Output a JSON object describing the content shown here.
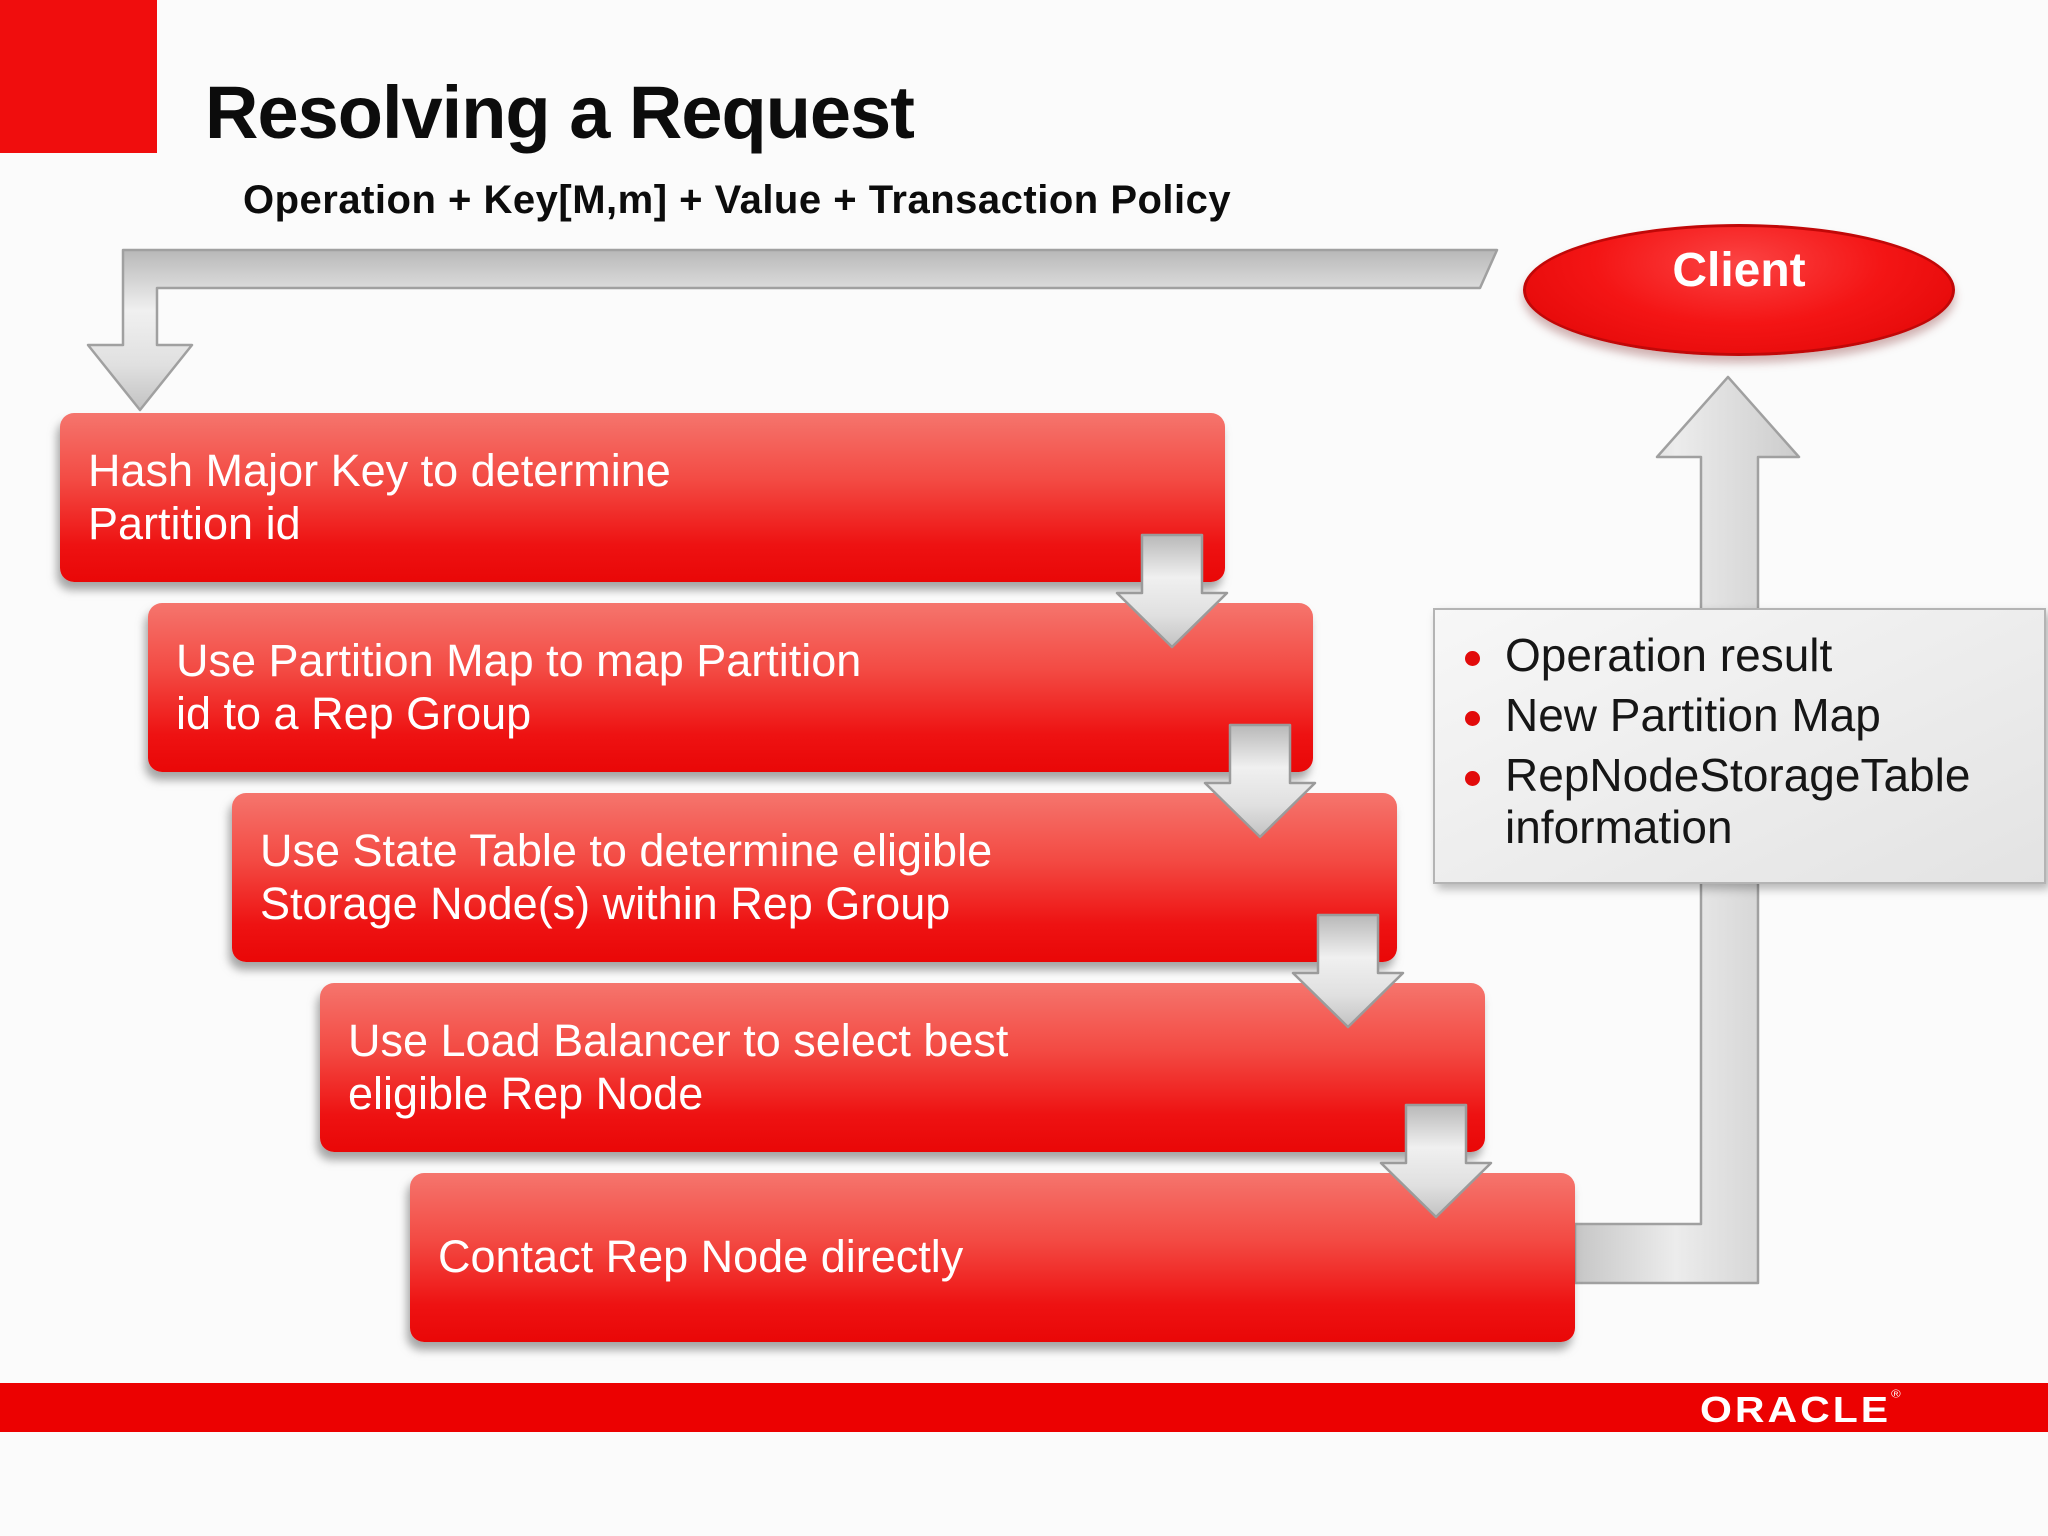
{
  "slide": {
    "title": "Resolving a Request",
    "subtitle": "Operation + Key[M,m] + Value + Transaction Policy",
    "client": {
      "label": "Client"
    },
    "steps": [
      {
        "label": "Hash Major Key to determine\nPartition id"
      },
      {
        "label": "Use Partition Map to map Partition\nid to a Rep Group"
      },
      {
        "label": "Use State Table to determine eligible\nStorage Node(s) within Rep Group"
      },
      {
        "label": "Use Load Balancer to select best\neligible Rep Node"
      },
      {
        "label": "Contact Rep Node directly"
      }
    ],
    "response_panel": {
      "items": [
        {
          "label": "Operation result"
        },
        {
          "label": "New Partition Map"
        },
        {
          "label": "RepNodeStorageTable\ninformation"
        }
      ]
    },
    "footer": {
      "logo_text": "ORACLE",
      "registered_mark": "®"
    },
    "colors": {
      "accent_red": "#f00d0d",
      "box_gradient_top": "#f5756d",
      "box_gradient_bottom": "#e90707",
      "client_red": "#f41515",
      "arrow_gray": "#d8d8d8",
      "panel_bg": "#ececec",
      "footer_red": "#ec0101",
      "bullet_red": "#e20b0b"
    }
  }
}
